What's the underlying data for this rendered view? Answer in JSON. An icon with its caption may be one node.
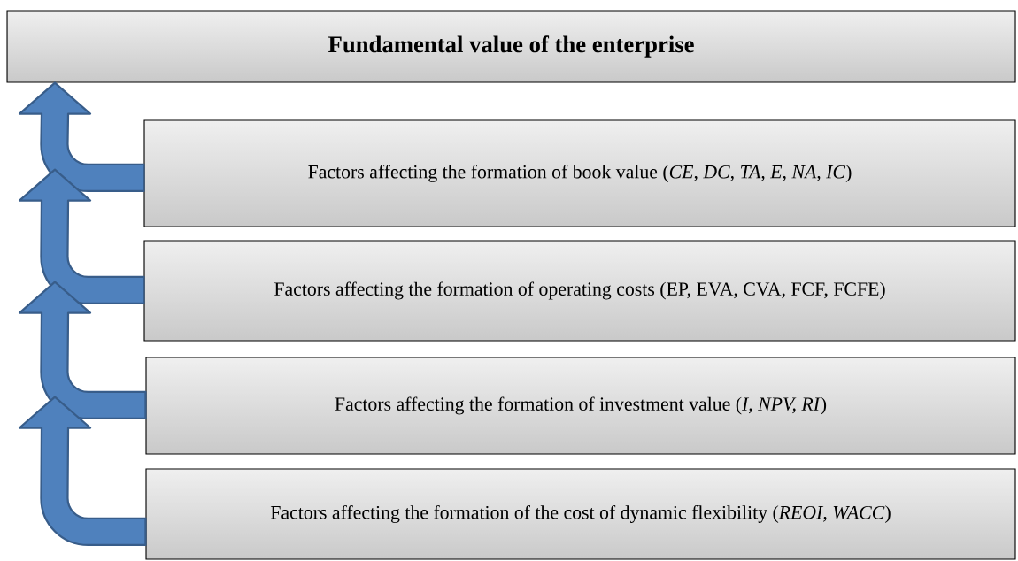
{
  "diagram": {
    "nodes": [
      {
        "text": [
          "Fundamental value of the enterprise"
        ]
      },
      {
        "text": [
          "Factors affecting the formation of book value (*CE, DC, TA, E, NA, IC*)"
        ]
      },
      {
        "text": [
          "Factors affecting the formation of operating costs (EP, EVA, CVA, FCF, FCFE)"
        ]
      },
      {
        "text": [
          "Factors affecting the formation of investment value (*I, NPV, RI*)"
        ]
      },
      {
        "text": [
          "Factors affecting the formation of the cost of dynamic flexibility (*REOI, WACC*)"
        ]
      }
    ],
    "edges": [
      {
        "from": 1,
        "to": 0,
        "arrow": "to"
      },
      {
        "from": 2,
        "to": 1,
        "arrow": "to"
      },
      {
        "from": 3,
        "to": 2,
        "arrow": "to"
      },
      {
        "from": 4,
        "to": 3,
        "arrow": "to"
      }
    ]
  }
}
